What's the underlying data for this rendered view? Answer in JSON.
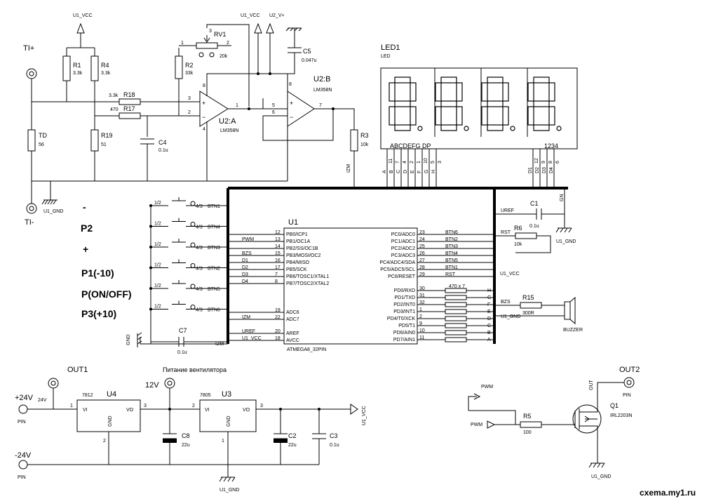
{
  "title_vcc": "U1_VCC",
  "rv1": {
    "name": "RV1",
    "value": "20k"
  },
  "u1_vcc_top": "U1_VCC",
  "u2_vplus": "U2_V+",
  "c5": {
    "name": "C5",
    "value": "0.047u"
  },
  "tp_plus": "TI+",
  "tp_minus": "TI-",
  "r1": {
    "name": "R1",
    "value": "3.3k"
  },
  "r4": {
    "name": "R4",
    "value": "3.3k"
  },
  "r2": {
    "name": "R2",
    "value": "33k"
  },
  "r18": {
    "name": "R18",
    "value": "3.3k"
  },
  "r17": {
    "name": "R17",
    "value": "470"
  },
  "r19": {
    "name": "R19",
    "value": "51"
  },
  "td": {
    "name": "TD",
    "value": "56"
  },
  "c4": {
    "name": "C4",
    "value": "0.1u"
  },
  "u2a": {
    "name": "U2:A",
    "part": "LM358N"
  },
  "u2b": {
    "name": "U2:B",
    "part": "LM358N"
  },
  "r3": {
    "name": "R3",
    "value": "10k"
  },
  "izm_label": "IZM",
  "u1_gnd": "U1_GND",
  "led": {
    "name": "LED1",
    "sub": "LED",
    "segments": "ABCDEFG DP",
    "digits": "1234",
    "seg_pins": [
      "A",
      "B",
      "C",
      "D",
      "E",
      "F",
      "G",
      "H"
    ],
    "seg_nums": [
      "11",
      "7",
      "4",
      "2",
      "1",
      "10",
      "5",
      "3"
    ],
    "dig_pins": [
      "D1",
      "D2",
      "D3",
      "D4"
    ],
    "dig_nums": [
      "12",
      "9",
      "8",
      "6"
    ]
  },
  "u1": {
    "name": "U1",
    "part": "ATMEGA8_32PIN",
    "left_pins": [
      {
        "num": "12",
        "name": "PB0/ICP1",
        "net": ""
      },
      {
        "num": "13",
        "name": "PB1/OC1A",
        "net": "PWM"
      },
      {
        "num": "14",
        "name": "PB2/SS/OC1B",
        "net": ""
      },
      {
        "num": "15",
        "name": "PB3/MOSI/OC2",
        "net": "BZS"
      },
      {
        "num": "16",
        "name": "PB4/MISO",
        "net": "D1"
      },
      {
        "num": "17",
        "name": "PB5/SCK",
        "net": "D2"
      },
      {
        "num": "7",
        "name": "PB6/TOSC1/XTAL1",
        "net": "D3"
      },
      {
        "num": "8",
        "name": "PB7/TOSC2/XTAL2",
        "net": "D4"
      }
    ],
    "left_pins2": [
      {
        "num": "19",
        "name": "ADC6",
        "net": ""
      },
      {
        "num": "22",
        "name": "ADC7",
        "net": "IZM"
      },
      {
        "num": "20",
        "name": "AREF",
        "net": "UREF"
      },
      {
        "num": "18",
        "name": "AVCC",
        "net": "U1_VCC"
      }
    ],
    "right_pins": [
      {
        "num": "23",
        "name": "PC0/ADC0",
        "net": "BTN6"
      },
      {
        "num": "24",
        "name": "PC1/ADC1",
        "net": "BTN2"
      },
      {
        "num": "25",
        "name": "PC2/ADC2",
        "net": "BTN3"
      },
      {
        "num": "26",
        "name": "PC3/ADC3",
        "net": "BTN4"
      },
      {
        "num": "27",
        "name": "PC4/ADC4/SDA",
        "net": "BTN5"
      },
      {
        "num": "28",
        "name": "PC5/ADC5/SCL",
        "net": "BTN1"
      },
      {
        "num": "29",
        "name": "PC6/RESET",
        "net": "RST"
      }
    ],
    "right_pins2": [
      {
        "num": "30",
        "name": "PD0/RXD",
        "seg": "H"
      },
      {
        "num": "31",
        "name": "PD1/TXD",
        "seg": "G"
      },
      {
        "num": "32",
        "name": "PD2/INT0",
        "seg": "F"
      },
      {
        "num": "1",
        "name": "PD3/INT1",
        "seg": "E"
      },
      {
        "num": "2",
        "name": "PD4/T0/XCK",
        "seg": "D"
      },
      {
        "num": "9",
        "name": "PD5/T1",
        "seg": "C"
      },
      {
        "num": "10",
        "name": "PD6/AIN0",
        "seg": "B"
      },
      {
        "num": "11",
        "name": "PD7/AIN1",
        "seg": "A"
      }
    ],
    "rnet": "470 x 7"
  },
  "buttons": [
    {
      "name": "BTN1",
      "p1": "1/2",
      "p2": "4/3"
    },
    {
      "name": "BTN4",
      "p1": "1/2",
      "p2": "4/3"
    },
    {
      "name": "BTN3",
      "p1": "1/2",
      "p2": "4/3"
    },
    {
      "name": "BTN2",
      "p1": "1/2",
      "p2": "4/3"
    },
    {
      "name": "BTN5",
      "p1": "1/2",
      "p2": "4/3"
    },
    {
      "name": "BTN6",
      "p1": "1/2",
      "p2": "4/3"
    }
  ],
  "btn_labels": [
    "-",
    "P2",
    "+",
    "P1(-10)",
    "P(ON/OFF)",
    "P3(+10)"
  ],
  "gnd_label": "GND",
  "c7": {
    "name": "C7",
    "value": "0.1u"
  },
  "c1": {
    "name": "C1",
    "value": "0.1u"
  },
  "uref": "UREF",
  "rst": "RST",
  "r6": {
    "name": "R6",
    "value": "10k"
  },
  "gn": "GN",
  "u1_vcc_r": "U1_VCC",
  "r15": {
    "name": "R15",
    "value": "300R"
  },
  "bzs": "BZS",
  "buzzer": "BUZZER",
  "psu": {
    "out1": "OUT1",
    "v24p": "+24V",
    "v24": "24V",
    "pin": "PIN",
    "u4": {
      "name": "U4",
      "part": "7812",
      "vi": "VI",
      "vo": "VO",
      "gnd": "GND",
      "p1": "1",
      "p2": "2",
      "p3": "3"
    },
    "fan": "Питание вентилятора",
    "v12": "12V",
    "u3": {
      "name": "U3",
      "part": "7805",
      "vi": "VI",
      "vo": "VO",
      "gnd": "GND",
      "p1": "2",
      "p2": "1",
      "p3": "3"
    },
    "c8": {
      "name": "C8",
      "value": "22u"
    },
    "c2": {
      "name": "C2",
      "value": "22u"
    },
    "c3": {
      "name": "C3",
      "value": "0.1u"
    },
    "u1vcc": "U1_VCC",
    "v24m": "-24V",
    "pin2": "PIN",
    "gnd": "U1_GND"
  },
  "pwm": {
    "pwm1": "PWM",
    "pwm2": "PWM",
    "r5": {
      "name": "R5",
      "value": "100"
    },
    "q1": {
      "name": "Q1",
      "part": "IRL2203N"
    },
    "out": "OUT",
    "out2": "OUT2",
    "pin": "PIN",
    "gnd": "U1_GND"
  },
  "watermark": "cxema.my1.ru"
}
